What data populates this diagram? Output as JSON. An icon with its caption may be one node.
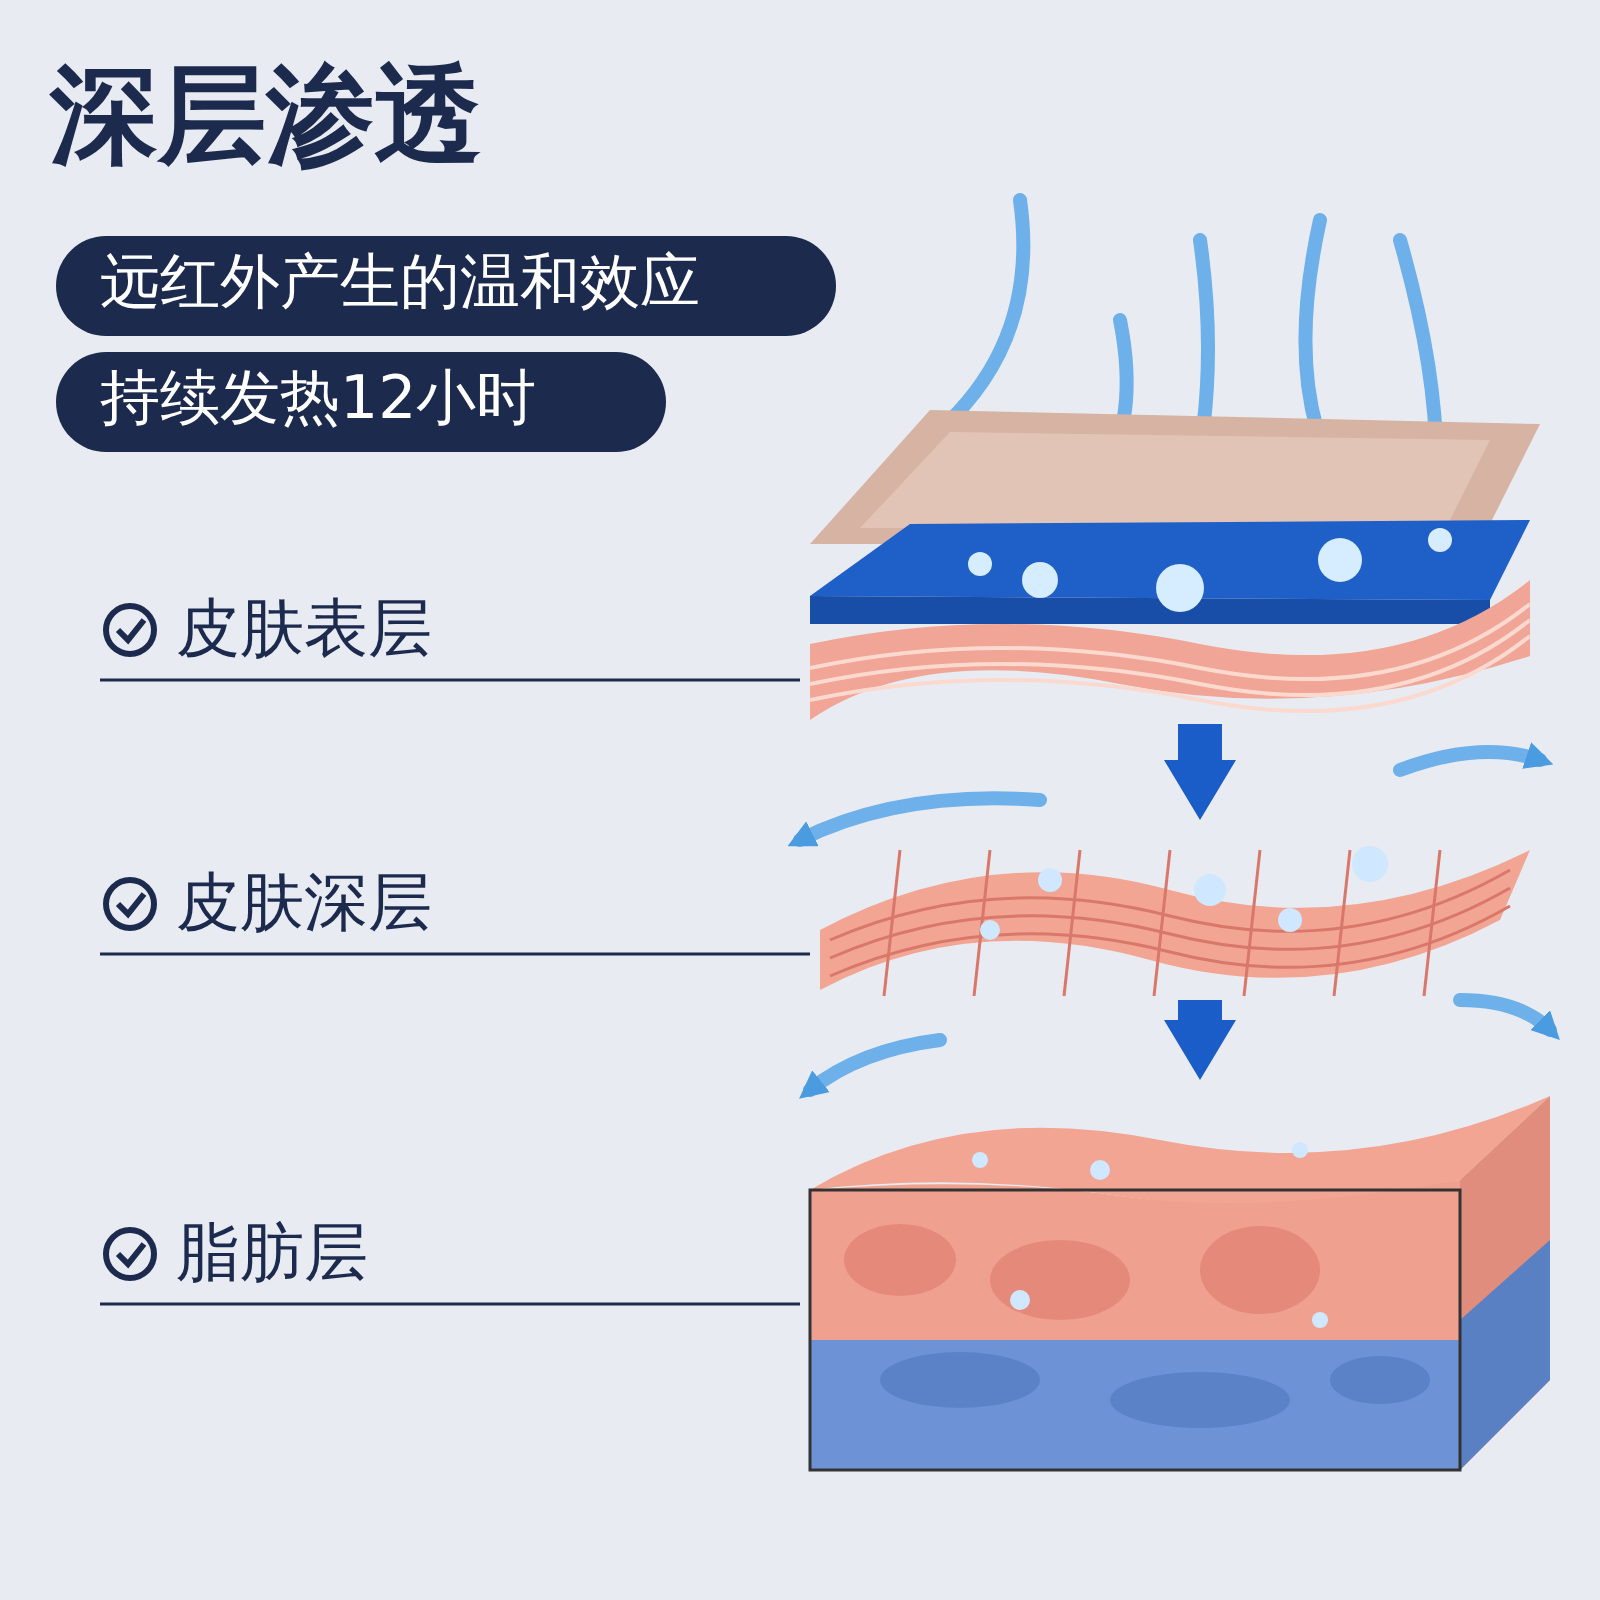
{
  "diagram": {
    "title": "深层渗透",
    "nodes": [
      {
        "text": [
          "远红外产生的温和效应"
        ]
      },
      {
        "text": [
          "持续发热12小时"
        ]
      },
      {
        "text": [],
        "shape": "picture"
      },
      {
        "text": [
          "皮肤表层"
        ]
      },
      {
        "text": [],
        "shape": "picture"
      },
      {
        "text": [
          "皮肤深层"
        ]
      },
      {
        "text": [],
        "shape": "picture"
      },
      {
        "text": [
          "脂肪层"
        ]
      },
      {
        "text": [],
        "shape": "picture"
      }
    ],
    "edges": [
      {
        "from": 3,
        "to": 4,
        "arrow": "none"
      },
      {
        "from": 5,
        "to": 6,
        "arrow": "none"
      },
      {
        "from": 7,
        "to": 8,
        "arrow": "none"
      },
      {
        "from": 4,
        "to": 6,
        "arrow": "to",
        "style": "thick",
        "color": "#1a5cc8"
      },
      {
        "from": 6,
        "to": 8,
        "arrow": "to",
        "style": "thick",
        "color": "#1a5cc8"
      }
    ]
  }
}
